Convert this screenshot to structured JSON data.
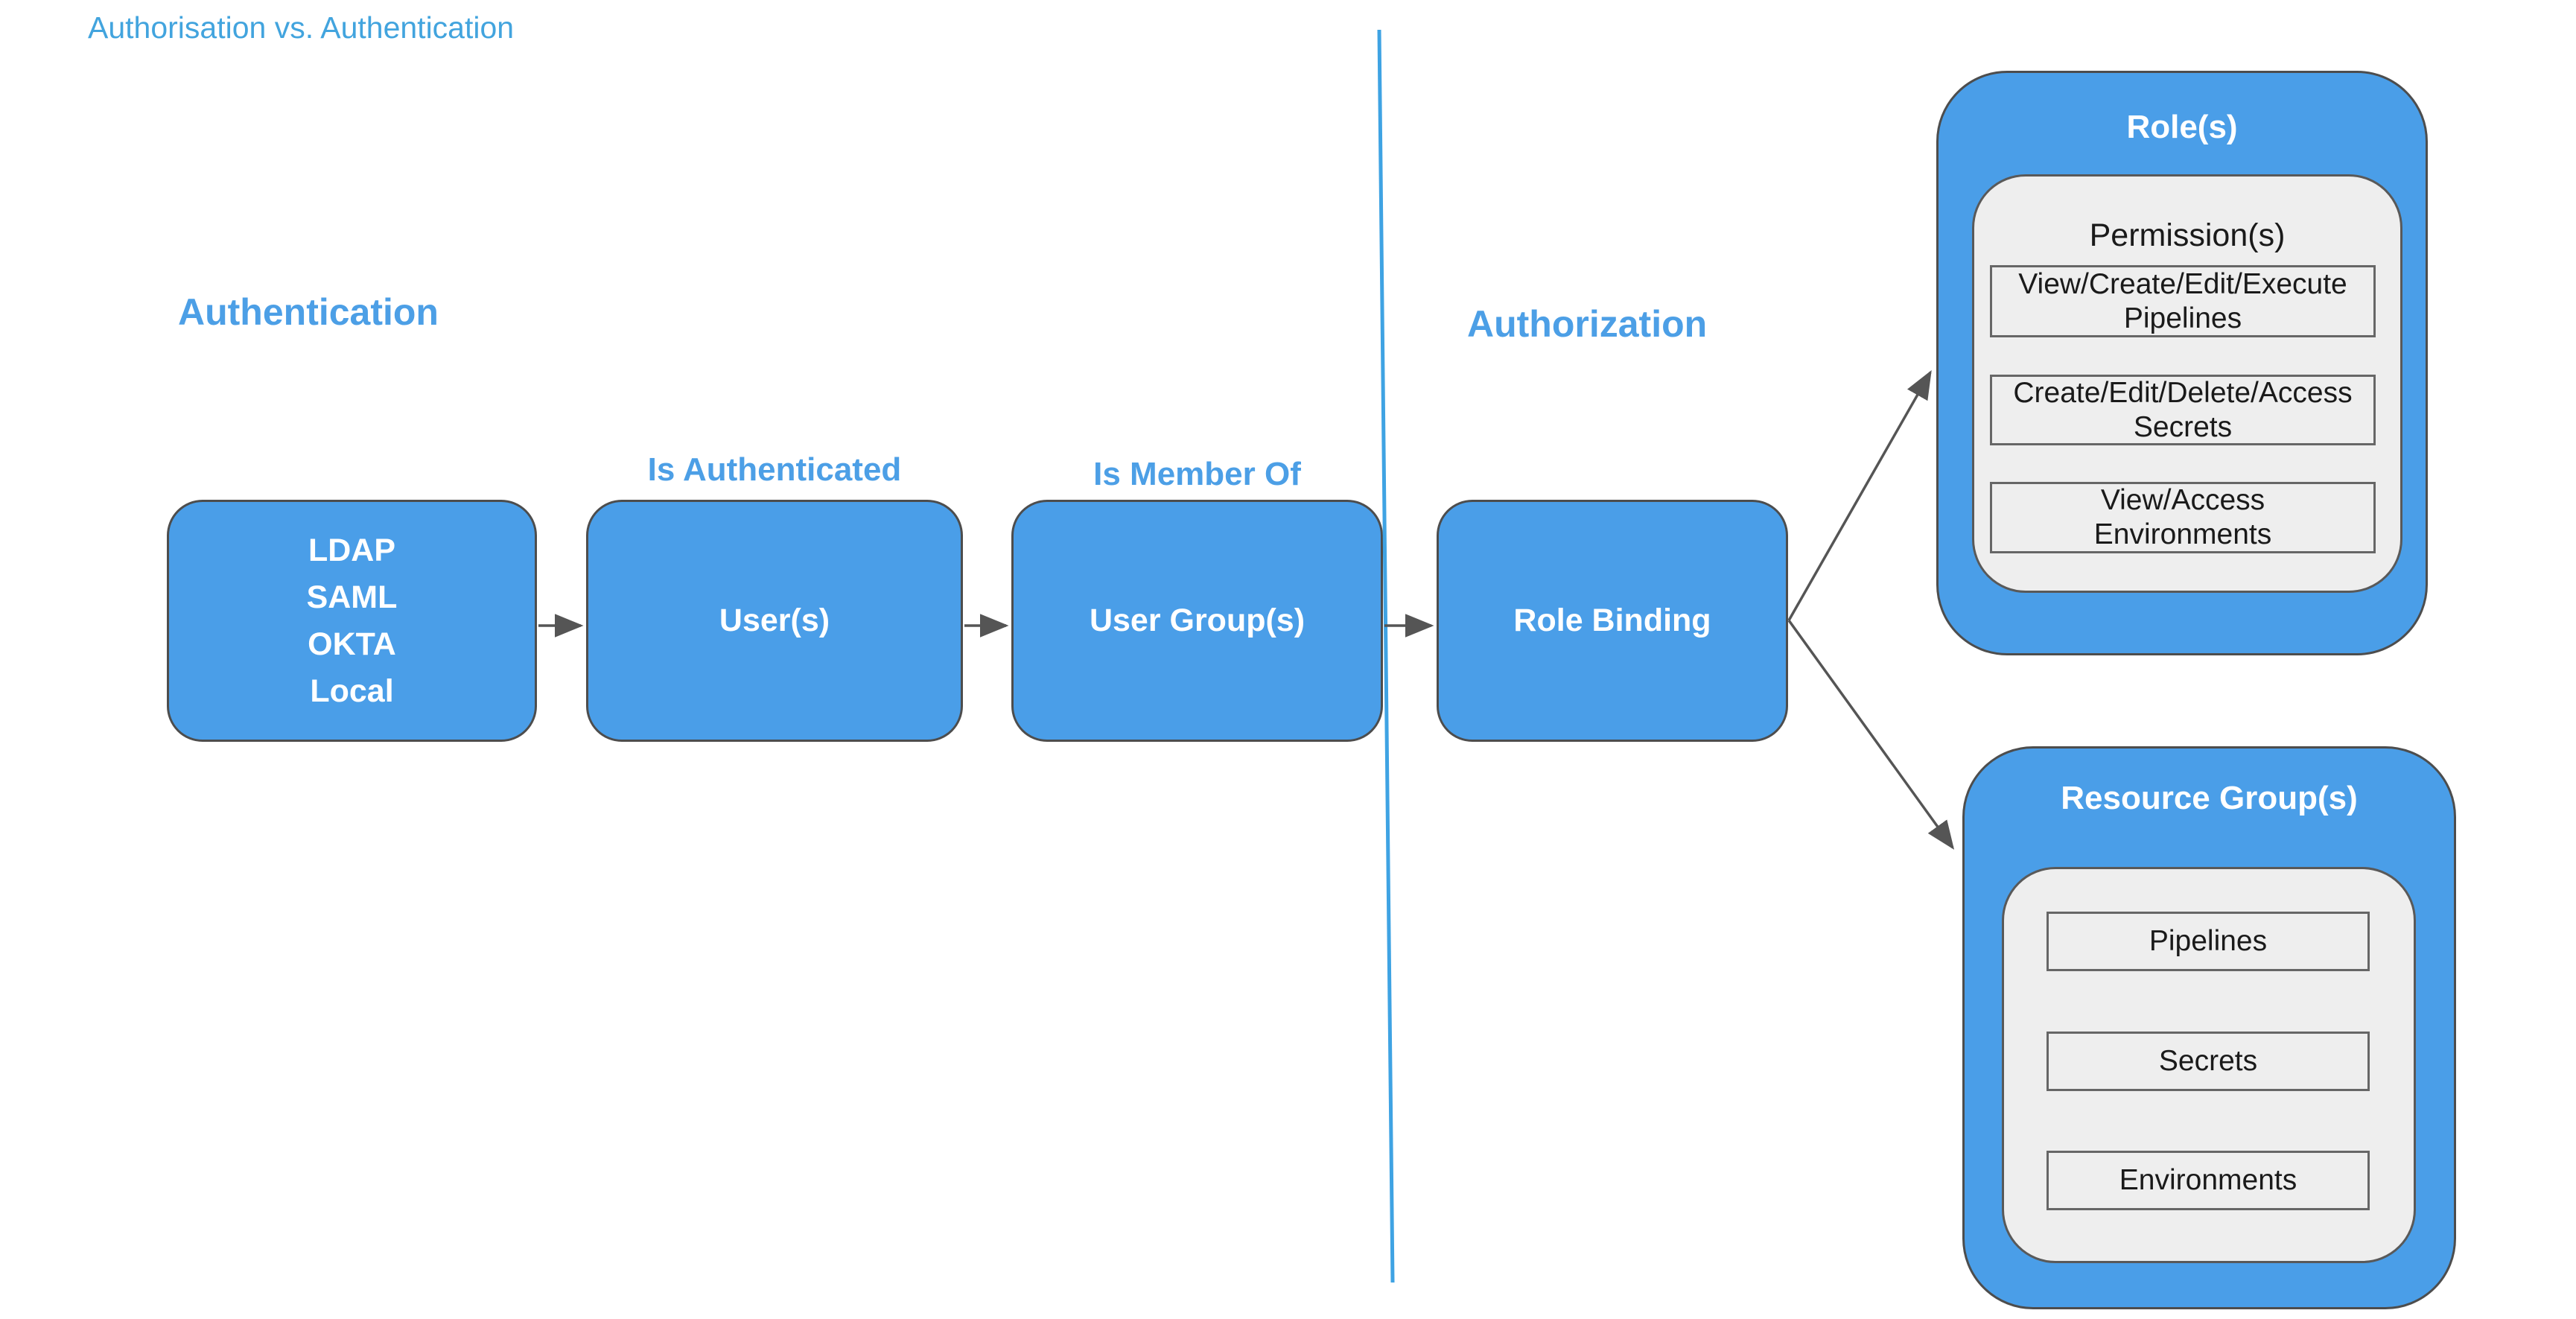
{
  "title": "Authorisation vs. Authentication",
  "sections": {
    "authentication": {
      "heading": "Authentication"
    },
    "authorization": {
      "heading": "Authorization"
    }
  },
  "flow": {
    "identity_providers": {
      "lines": [
        "LDAP",
        "SAML",
        "OKTA",
        "Local"
      ]
    },
    "users": {
      "label": "User(s)",
      "annotation": "Is Authenticated"
    },
    "user_groups": {
      "label": "User Group(s)",
      "annotation": "Is Member Of"
    },
    "role_binding": {
      "label": "Role Binding"
    },
    "roles": {
      "label": "Role(s)",
      "panel_title": "Permission(s)",
      "permissions": [
        {
          "l1": "View/Create/Edit/Execute",
          "l2": "Pipelines"
        },
        {
          "l1": "Create/Edit/Delete/Access",
          "l2": "Secrets"
        },
        {
          "l1": "View/Access",
          "l2": "Environments"
        }
      ]
    },
    "resource_groups": {
      "label": "Resource Group(s)",
      "resources": [
        "Pipelines",
        "Secrets",
        "Environments"
      ]
    }
  },
  "colors": {
    "node_fill": "#4A9EE8",
    "node_border": "#4D4D4D",
    "panel_fill": "#EEEEEE",
    "panel_border": "#595959",
    "item_fill": "#EEEEEE",
    "item_border": "#666666",
    "arrow": "#555555",
    "divider": "#3FA3E3",
    "heading_text": "#4C9FE6",
    "title_text": "#42A4DE",
    "dark_text": "#1A1A1A",
    "node_text": "#FFFFFF",
    "background": "#FFFFFF"
  }
}
